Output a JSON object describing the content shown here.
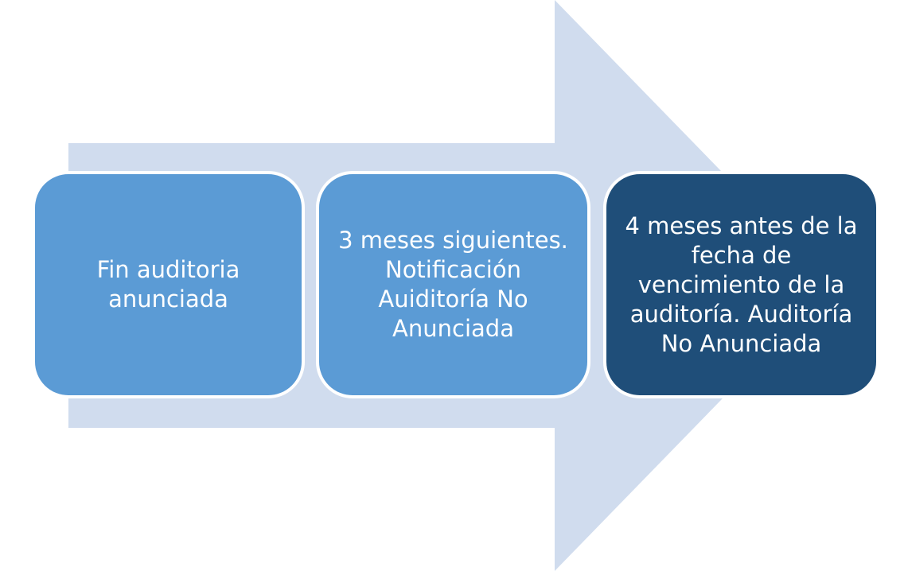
{
  "colors": {
    "arrow": "#d0dcee",
    "step_light": "#5b9bd5",
    "step_dark": "#1f4e79",
    "text": "#ffffff",
    "border": "#ffffff"
  },
  "steps": [
    {
      "label": "Fin auditoria anunciada"
    },
    {
      "label": "3 meses siguientes. Notificación Auiditoría No Anunciada"
    },
    {
      "label": "4 meses antes de la fecha de vencimiento de la auditoría. Auditoría No Anunciada"
    }
  ]
}
